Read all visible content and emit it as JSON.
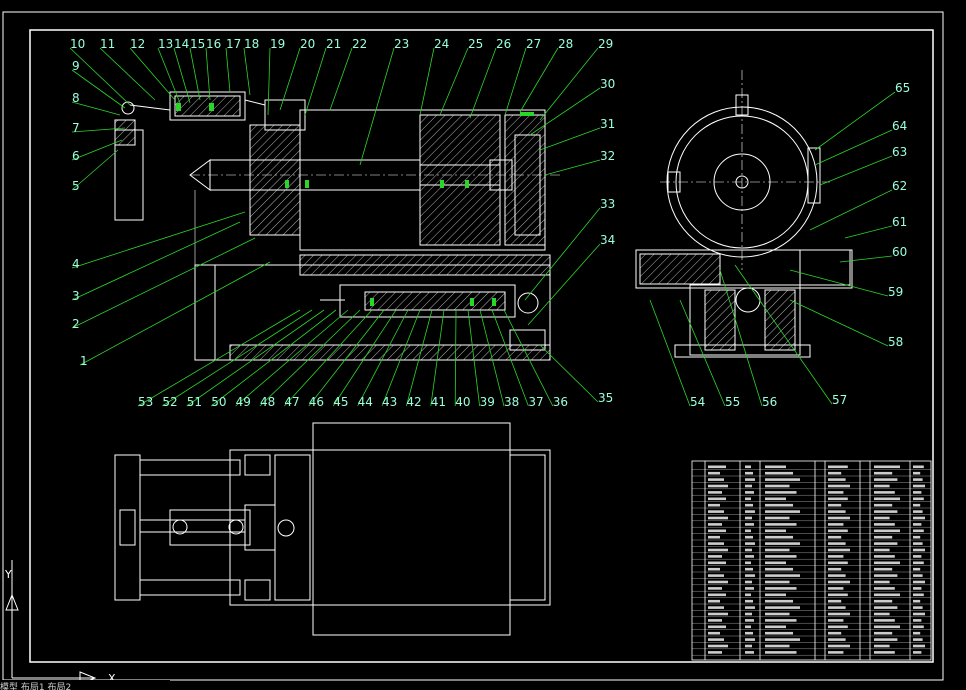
{
  "colors": {
    "background": "#000000",
    "geometry": "#ffffff",
    "leader": "#2bd62b",
    "label": "#99ffdd",
    "table_fill": "#cccccc"
  },
  "labels_top_row": [
    "10",
    "11",
    "12",
    "13",
    "14",
    "15",
    "16",
    "17",
    "18",
    "19",
    "20",
    "21",
    "22",
    "23",
    "24",
    "25",
    "26",
    "27",
    "28",
    "29"
  ],
  "labels_left": [
    "9",
    "8",
    "7",
    "6",
    "5",
    "4",
    "3",
    "2",
    "1"
  ],
  "labels_right_side": [
    "30",
    "31",
    "32",
    "33",
    "34",
    "35"
  ],
  "labels_bottom_row": [
    "53",
    "52",
    "51",
    "50",
    "49",
    "48",
    "47",
    "46",
    "45",
    "44",
    "43",
    "42",
    "41",
    "40",
    "39",
    "38",
    "37",
    "36"
  ],
  "labels_side_view_right": [
    "65",
    "64",
    "63",
    "62",
    "61",
    "60",
    "59",
    "58"
  ],
  "labels_side_view_bottom": [
    "54",
    "55",
    "56",
    "57"
  ],
  "bottom_tabs": "模型 布局1 布局2"
}
